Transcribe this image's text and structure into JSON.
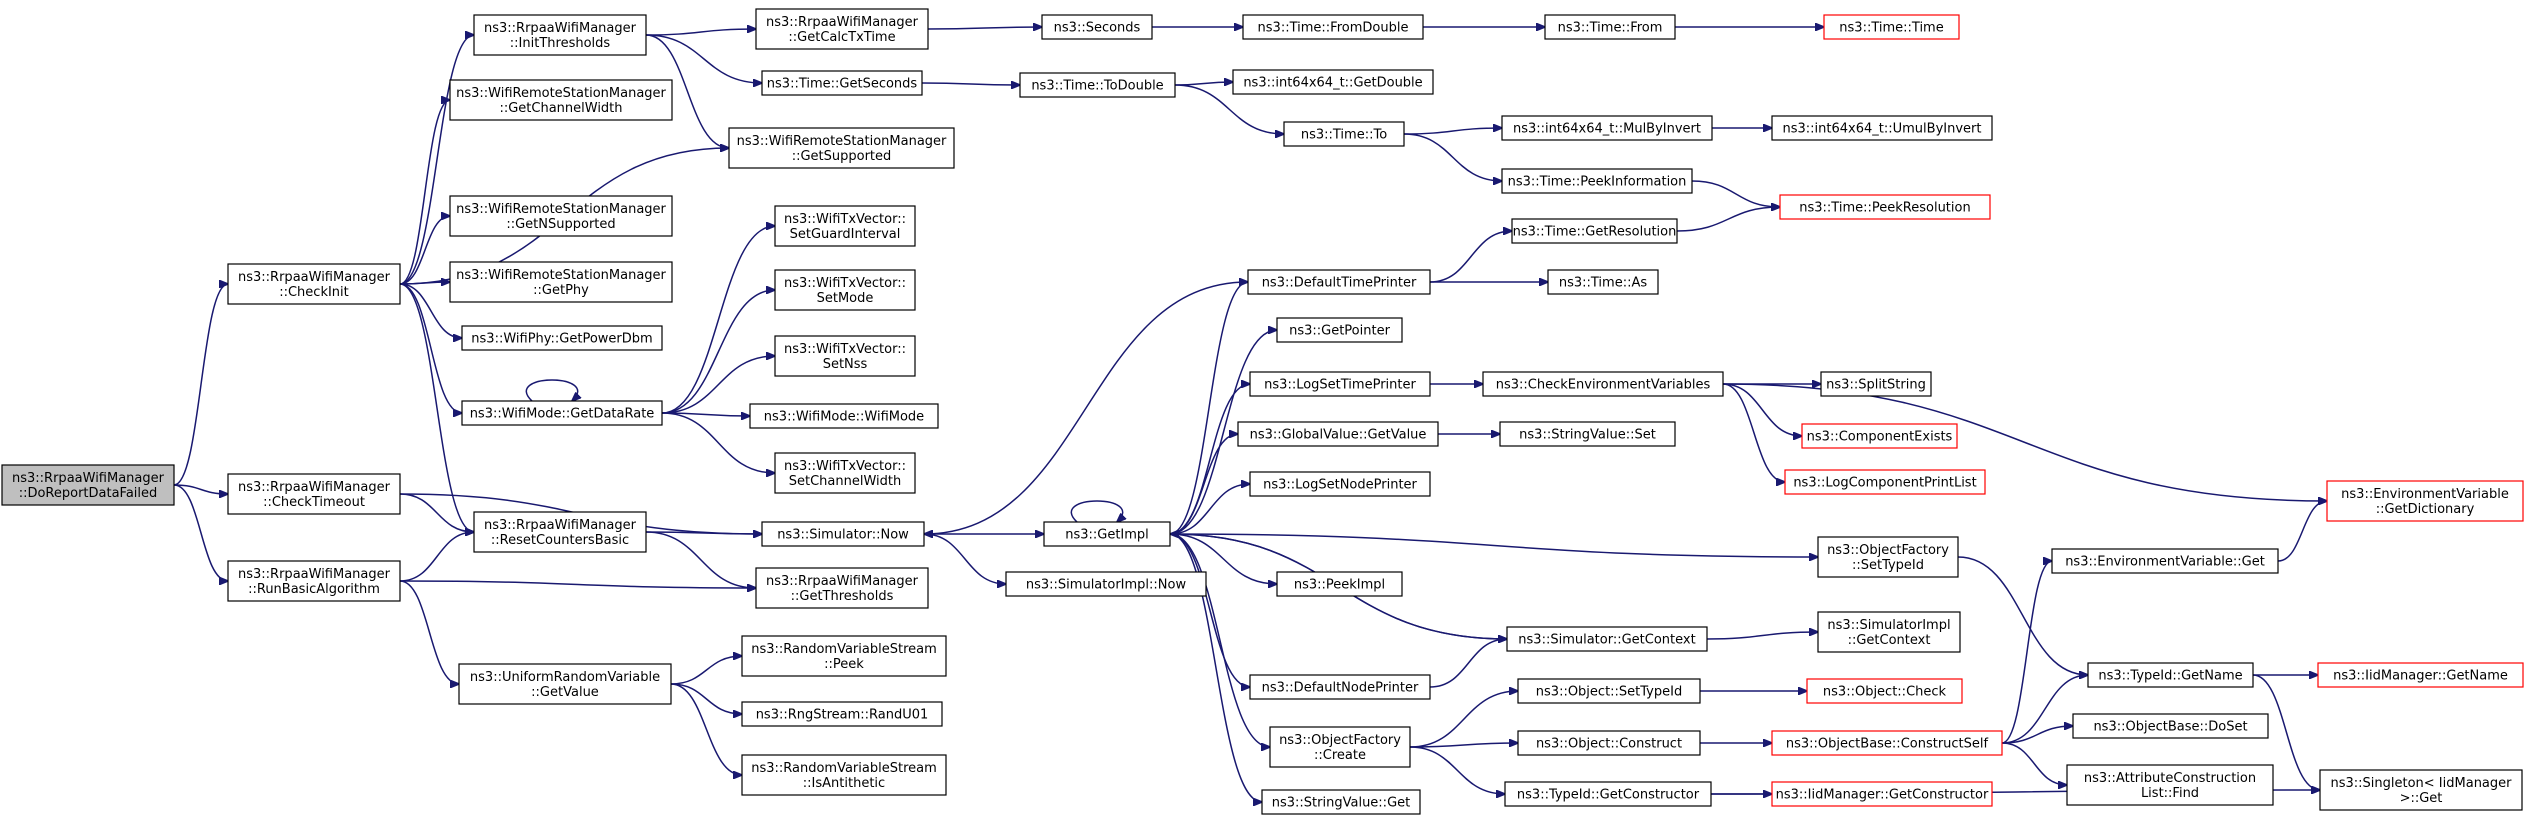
{
  "nodes": [
    {
      "id": "n0",
      "lines": [
        "ns3::RrpaaWifiManager",
        "::DoReportDataFailed"
      ],
      "root": true
    },
    {
      "id": "n1",
      "lines": [
        "ns3::RrpaaWifiManager",
        "::CheckInit"
      ]
    },
    {
      "id": "n2",
      "lines": [
        "ns3::RrpaaWifiManager",
        "::CheckTimeout"
      ]
    },
    {
      "id": "n3",
      "lines": [
        "ns3::RrpaaWifiManager",
        "::RunBasicAlgorithm"
      ]
    },
    {
      "id": "n4",
      "lines": [
        "ns3::RrpaaWifiManager",
        "::InitThresholds"
      ]
    },
    {
      "id": "n5",
      "lines": [
        "ns3::WifiRemoteStationManager",
        "::GetChannelWidth"
      ]
    },
    {
      "id": "n6",
      "lines": [
        "ns3::WifiRemoteStationManager",
        "::GetNSupported"
      ]
    },
    {
      "id": "n7",
      "lines": [
        "ns3::WifiRemoteStationManager",
        "::GetPhy"
      ]
    },
    {
      "id": "n8",
      "lines": [
        "ns3::WifiPhy::GetPowerDbm"
      ]
    },
    {
      "id": "n9",
      "lines": [
        "ns3::WifiMode::GetDataRate"
      ]
    },
    {
      "id": "n10",
      "lines": [
        "ns3::RrpaaWifiManager",
        "::ResetCountersBasic"
      ]
    },
    {
      "id": "n11",
      "lines": [
        "ns3::UniformRandomVariable",
        "::GetValue"
      ]
    },
    {
      "id": "n12",
      "lines": [
        "ns3::RrpaaWifiManager",
        "::GetCalcTxTime"
      ]
    },
    {
      "id": "n13",
      "lines": [
        "ns3::Time::GetSeconds"
      ]
    },
    {
      "id": "n14",
      "lines": [
        "ns3::WifiRemoteStationManager",
        "::GetSupported"
      ]
    },
    {
      "id": "n15",
      "lines": [
        "ns3::WifiTxVector::",
        "SetGuardInterval"
      ]
    },
    {
      "id": "n16",
      "lines": [
        "ns3::WifiTxVector::",
        "SetMode"
      ]
    },
    {
      "id": "n17",
      "lines": [
        "ns3::WifiTxVector::",
        "SetNss"
      ]
    },
    {
      "id": "n18",
      "lines": [
        "ns3::WifiMode::WifiMode"
      ]
    },
    {
      "id": "n19",
      "lines": [
        "ns3::WifiTxVector::",
        "SetChannelWidth"
      ]
    },
    {
      "id": "n20",
      "lines": [
        "ns3::Simulator::Now"
      ]
    },
    {
      "id": "n21",
      "lines": [
        "ns3::RrpaaWifiManager",
        "::GetThresholds"
      ]
    },
    {
      "id": "n22",
      "lines": [
        "ns3::RandomVariableStream",
        "::Peek"
      ]
    },
    {
      "id": "n23",
      "lines": [
        "ns3::RngStream::RandU01"
      ]
    },
    {
      "id": "n24",
      "lines": [
        "ns3::RandomVariableStream",
        "::IsAntithetic"
      ]
    },
    {
      "id": "n25",
      "lines": [
        "ns3::Seconds"
      ]
    },
    {
      "id": "n26",
      "lines": [
        "ns3::Time::ToDouble"
      ]
    },
    {
      "id": "n27",
      "lines": [
        "ns3::GetImpl"
      ]
    },
    {
      "id": "n28",
      "lines": [
        "ns3::SimulatorImpl::Now"
      ]
    },
    {
      "id": "n29",
      "lines": [
        "ns3::Time::FromDouble"
      ]
    },
    {
      "id": "n30",
      "lines": [
        "ns3::int64x64_t::GetDouble"
      ]
    },
    {
      "id": "n31",
      "lines": [
        "ns3::Time::To"
      ]
    },
    {
      "id": "n32",
      "lines": [
        "ns3::DefaultTimePrinter"
      ]
    },
    {
      "id": "n33",
      "lines": [
        "ns3::GetPointer"
      ]
    },
    {
      "id": "n34",
      "lines": [
        "ns3::LogSetTimePrinter"
      ]
    },
    {
      "id": "n35",
      "lines": [
        "ns3::GlobalValue::GetValue"
      ]
    },
    {
      "id": "n36",
      "lines": [
        "ns3::LogSetNodePrinter"
      ]
    },
    {
      "id": "n37",
      "lines": [
        "ns3::PeekImpl"
      ]
    },
    {
      "id": "n38",
      "lines": [
        "ns3::DefaultNodePrinter"
      ]
    },
    {
      "id": "n39",
      "lines": [
        "ns3::ObjectFactory",
        "::Create"
      ]
    },
    {
      "id": "n40",
      "lines": [
        "ns3::StringValue::Get"
      ]
    },
    {
      "id": "n41",
      "lines": [
        "ns3::Time::From"
      ]
    },
    {
      "id": "n42",
      "lines": [
        "ns3::int64x64_t::MulByInvert"
      ]
    },
    {
      "id": "n43",
      "lines": [
        "ns3::Time::PeekInformation"
      ]
    },
    {
      "id": "n44",
      "lines": [
        "ns3::Time::GetResolution"
      ]
    },
    {
      "id": "n45",
      "lines": [
        "ns3::Time::As"
      ]
    },
    {
      "id": "n46",
      "lines": [
        "ns3::CheckEnvironmentVariables"
      ]
    },
    {
      "id": "n47",
      "lines": [
        "ns3::StringValue::Set"
      ]
    },
    {
      "id": "n48",
      "lines": [
        "ns3::ObjectFactory",
        "::SetTypeId"
      ]
    },
    {
      "id": "n49",
      "lines": [
        "ns3::Simulator::GetContext"
      ]
    },
    {
      "id": "n50",
      "lines": [
        "ns3::Object::SetTypeId"
      ]
    },
    {
      "id": "n51",
      "lines": [
        "ns3::Object::Construct"
      ]
    },
    {
      "id": "n52",
      "lines": [
        "ns3::TypeId::GetConstructor"
      ]
    },
    {
      "id": "n53",
      "lines": [
        "ns3::Time::Time"
      ],
      "truncated": true
    },
    {
      "id": "n54",
      "lines": [
        "ns3::int64x64_t::UmulByInvert"
      ]
    },
    {
      "id": "n55",
      "lines": [
        "ns3::Time::PeekResolution"
      ],
      "truncated": true
    },
    {
      "id": "n56",
      "lines": [
        "ns3::SplitString"
      ]
    },
    {
      "id": "n57",
      "lines": [
        "ns3::ComponentExists"
      ],
      "truncated": true
    },
    {
      "id": "n58",
      "lines": [
        "ns3::LogComponentPrintList"
      ],
      "truncated": true
    },
    {
      "id": "n59",
      "lines": [
        "ns3::SimulatorImpl",
        "::GetContext"
      ]
    },
    {
      "id": "n60",
      "lines": [
        "ns3::Object::Check"
      ],
      "truncated": true
    },
    {
      "id": "n61",
      "lines": [
        "ns3::ObjectBase::ConstructSelf"
      ],
      "truncated": true
    },
    {
      "id": "n62",
      "lines": [
        "ns3::IidManager::GetConstructor"
      ],
      "truncated": true
    },
    {
      "id": "n63",
      "lines": [
        "ns3::EnvironmentVariable::Get"
      ]
    },
    {
      "id": "n64",
      "lines": [
        "ns3::TypeId::GetName"
      ]
    },
    {
      "id": "n65",
      "lines": [
        "ns3::ObjectBase::DoSet"
      ]
    },
    {
      "id": "n66",
      "lines": [
        "ns3::AttributeConstruction",
        "List::Find"
      ]
    },
    {
      "id": "n67",
      "lines": [
        "ns3::EnvironmentVariable",
        "::GetDictionary"
      ],
      "truncated": true
    },
    {
      "id": "n68",
      "lines": [
        "ns3::IidManager::GetName"
      ],
      "truncated": true
    },
    {
      "id": "n69",
      "lines": [
        "ns3::Singleton< IidManager",
        ">::Get"
      ]
    }
  ],
  "edges": [
    [
      "n0",
      "n1"
    ],
    [
      "n0",
      "n2"
    ],
    [
      "n0",
      "n3"
    ],
    [
      "n1",
      "n4"
    ],
    [
      "n1",
      "n5"
    ],
    [
      "n1",
      "n14"
    ],
    [
      "n1",
      "n6"
    ],
    [
      "n1",
      "n7"
    ],
    [
      "n1",
      "n8"
    ],
    [
      "n1",
      "n9"
    ],
    [
      "n1",
      "n10"
    ],
    [
      "n2",
      "n20"
    ],
    [
      "n2",
      "n10"
    ],
    [
      "n3",
      "n10"
    ],
    [
      "n3",
      "n21"
    ],
    [
      "n3",
      "n11"
    ],
    [
      "n4",
      "n12"
    ],
    [
      "n4",
      "n13"
    ],
    [
      "n4",
      "n14"
    ],
    [
      "n9",
      "n9"
    ],
    [
      "n9",
      "n15"
    ],
    [
      "n9",
      "n16"
    ],
    [
      "n9",
      "n17"
    ],
    [
      "n9",
      "n18"
    ],
    [
      "n9",
      "n19"
    ],
    [
      "n10",
      "n20"
    ],
    [
      "n10",
      "n21"
    ],
    [
      "n11",
      "n22"
    ],
    [
      "n11",
      "n23"
    ],
    [
      "n11",
      "n24"
    ],
    [
      "n12",
      "n25"
    ],
    [
      "n13",
      "n26"
    ],
    [
      "n20",
      "n27"
    ],
    [
      "n20",
      "n28"
    ],
    [
      "n25",
      "n29"
    ],
    [
      "n29",
      "n41"
    ],
    [
      "n41",
      "n53"
    ],
    [
      "n26",
      "n30"
    ],
    [
      "n26",
      "n31"
    ],
    [
      "n31",
      "n42"
    ],
    [
      "n31",
      "n43"
    ],
    [
      "n42",
      "n54"
    ],
    [
      "n43",
      "n55"
    ],
    [
      "n27",
      "n32"
    ],
    [
      "n27",
      "n33"
    ],
    [
      "n27",
      "n34"
    ],
    [
      "n27",
      "n35"
    ],
    [
      "n27",
      "n36"
    ],
    [
      "n27",
      "n37"
    ],
    [
      "n27",
      "n38"
    ],
    [
      "n27",
      "n39"
    ],
    [
      "n27",
      "n40"
    ],
    [
      "n27",
      "n48"
    ],
    [
      "n27",
      "n27"
    ],
    [
      "n27",
      "n49"
    ],
    [
      "n32",
      "n20"
    ],
    [
      "n32",
      "n44"
    ],
    [
      "n32",
      "n45"
    ],
    [
      "n44",
      "n55"
    ],
    [
      "n34",
      "n46"
    ],
    [
      "n46",
      "n56"
    ],
    [
      "n46",
      "n57"
    ],
    [
      "n46",
      "n58"
    ],
    [
      "n46",
      "n67"
    ],
    [
      "n35",
      "n47"
    ],
    [
      "n48",
      "n64"
    ],
    [
      "n49",
      "n27"
    ],
    [
      "n49",
      "n59"
    ],
    [
      "n38",
      "n49"
    ],
    [
      "n39",
      "n50"
    ],
    [
      "n39",
      "n51"
    ],
    [
      "n39",
      "n52"
    ],
    [
      "n50",
      "n60"
    ],
    [
      "n51",
      "n61"
    ],
    [
      "n52",
      "n62"
    ],
    [
      "n52",
      "n69"
    ],
    [
      "n61",
      "n63"
    ],
    [
      "n61",
      "n64"
    ],
    [
      "n61",
      "n65"
    ],
    [
      "n61",
      "n66"
    ],
    [
      "n63",
      "n67"
    ],
    [
      "n64",
      "n68"
    ],
    [
      "n64",
      "n69"
    ]
  ],
  "colors": {
    "edge": "#191970",
    "root_fill": "#bfbfbf",
    "truncated_border": "#ff0000",
    "border": "#000000"
  }
}
